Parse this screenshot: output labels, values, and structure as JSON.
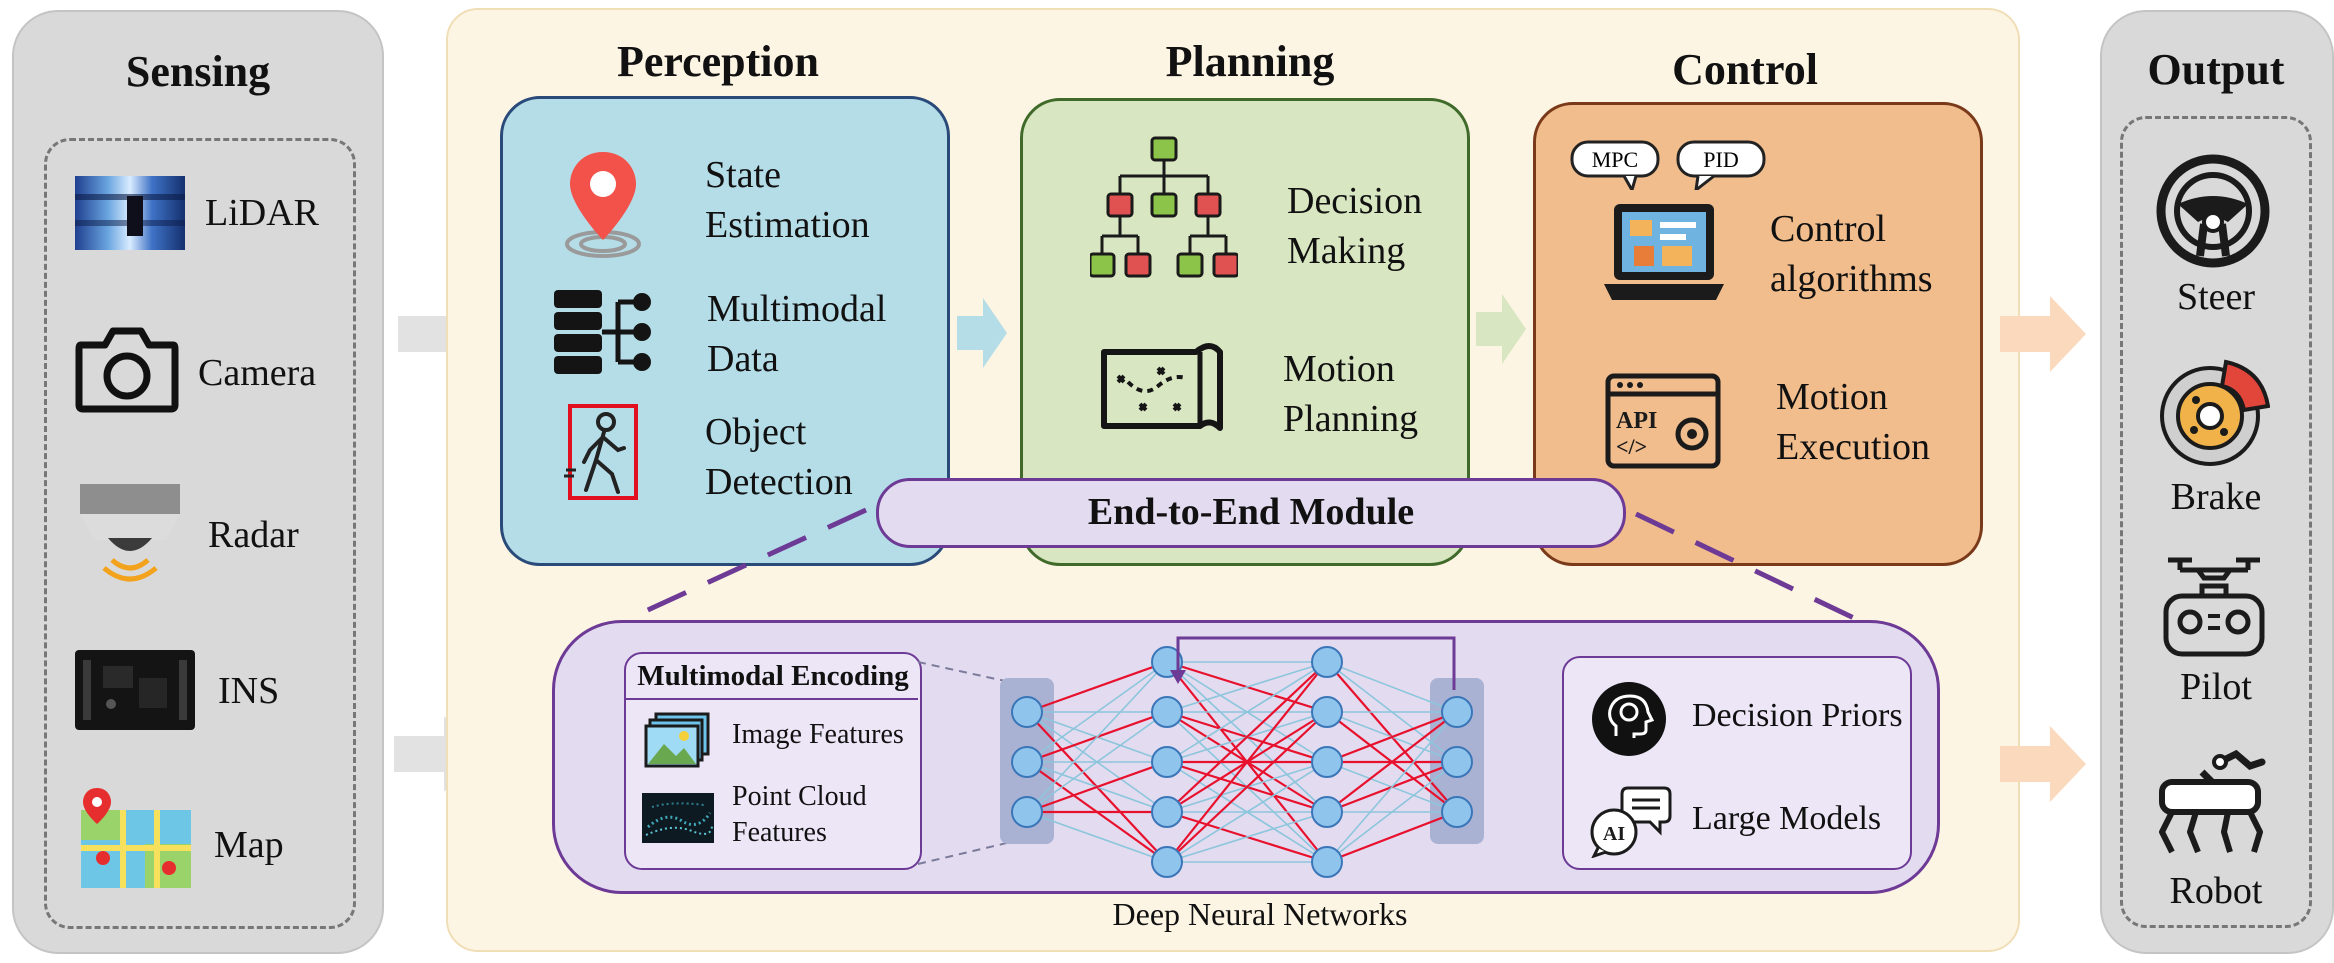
{
  "sensing": {
    "title": "Sensing",
    "items": [
      "LiDAR",
      "Camera",
      "Radar",
      "INS",
      "Map"
    ]
  },
  "perception": {
    "title": "Perception",
    "items": [
      {
        "line1": "State",
        "line2": "Estimation"
      },
      {
        "line1": "Multimodal",
        "line2": "Data"
      },
      {
        "line1": "Object",
        "line2": "Detection"
      }
    ]
  },
  "planning": {
    "title": "Planning",
    "items": [
      {
        "line1": "Decision",
        "line2": "Making"
      },
      {
        "line1": "Motion",
        "line2": "Planning"
      }
    ]
  },
  "control": {
    "title": "Control",
    "tags": [
      "MPC",
      "PID"
    ],
    "api_text": "API",
    "items": [
      {
        "line1": "Control",
        "line2": "algorithms"
      },
      {
        "line1": "Motion",
        "line2": "Execution"
      }
    ]
  },
  "e2e": {
    "title": "End-to-End Module",
    "encoding_title": "Multimodal Encoding",
    "image_features": "Image Features",
    "point_cloud_1": "Point Cloud",
    "point_cloud_2": "Features",
    "decision_priors": "Decision Priors",
    "large_models": "Large Models",
    "ai_text": "AI",
    "caption": "Deep Neural Networks"
  },
  "output": {
    "title": "Output",
    "items": [
      "Steer",
      "Brake",
      "Pilot",
      "Robot"
    ]
  },
  "colors": {
    "perception_fill": "#b5dde8",
    "planning_fill": "#d8e6c1",
    "control_fill": "#f1bd8d",
    "e2e_fill": "#e3dbf0",
    "e2e_border": "#6d3a96",
    "node_fill": "#8fc4ec",
    "edge_red": "#e8112d",
    "edge_blue": "#8cc6dc"
  }
}
